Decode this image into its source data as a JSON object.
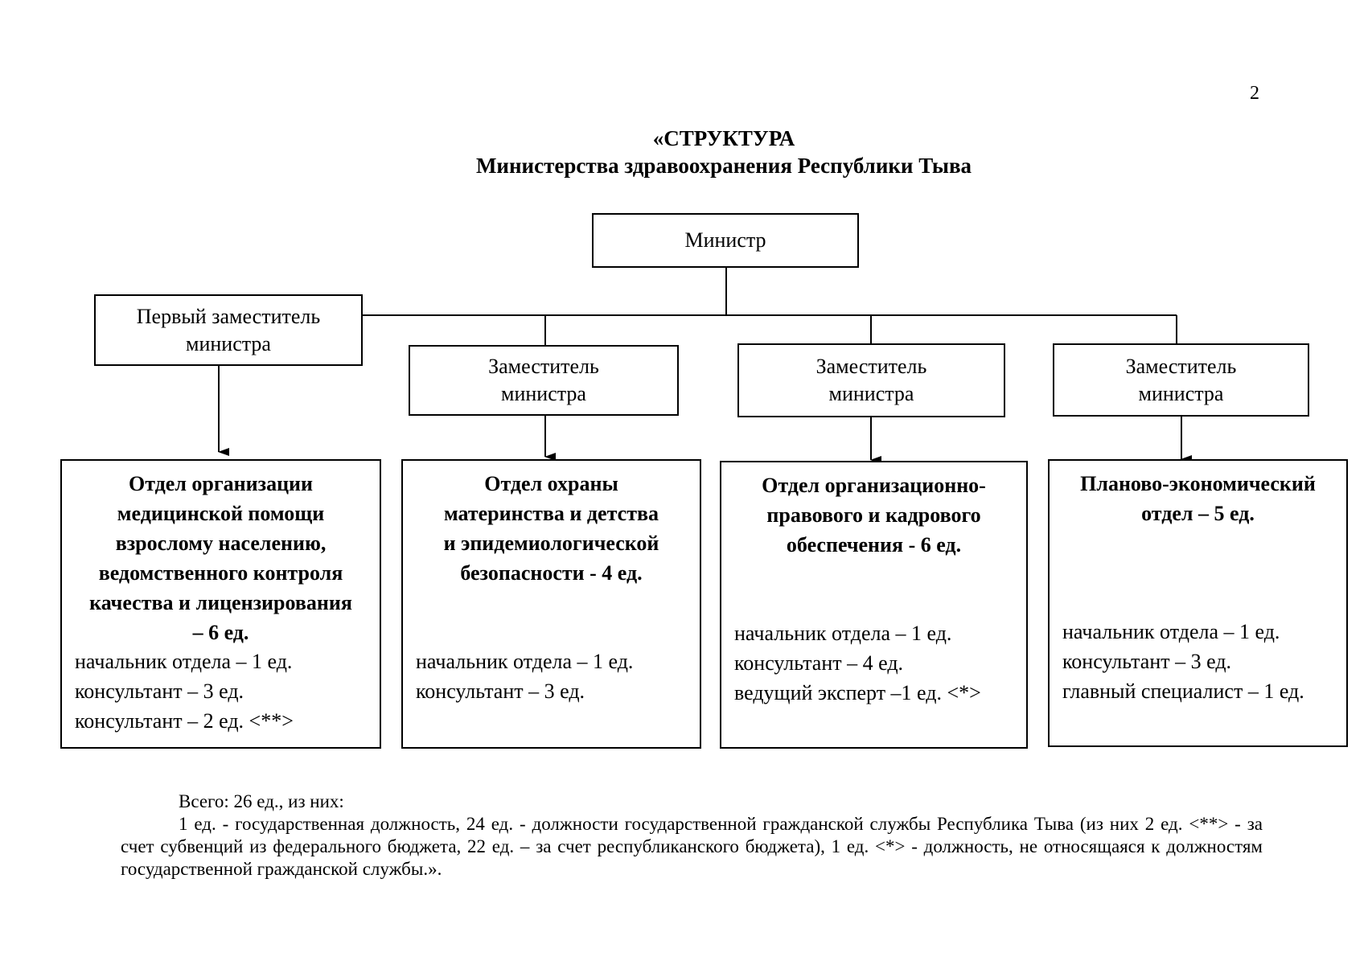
{
  "page_number": "2",
  "title": {
    "line1": "«СТРУКТУРА",
    "line2": "Министерства здравоохранения Республики Тыва"
  },
  "minister": {
    "label": "Министр"
  },
  "first_deputy": {
    "line1": "Первый заместитель",
    "line2": "министра"
  },
  "deputies": [
    {
      "line1": "Заместитель",
      "line2": "министра"
    },
    {
      "line1": "Заместитель",
      "line2": "министра"
    },
    {
      "line1": "Заместитель",
      "line2": "министра"
    }
  ],
  "departments": [
    {
      "title_lines": [
        "Отдел организации",
        "медицинской помощи",
        "взрослому населению,",
        "ведомственного контроля",
        "качества и лицензирования",
        "– 6 ед."
      ],
      "staff": [
        "начальник отдела – 1 ед.",
        "консультант – 3 ед.",
        "консультант – 2 ед. <**>"
      ]
    },
    {
      "title_lines": [
        "Отдел охраны",
        "материнства и детства",
        "и эпидемиологической",
        "безопасности - 4 ед."
      ],
      "staff": [
        "начальник отдела – 1 ед.",
        "консультант – 3 ед."
      ]
    },
    {
      "title_lines": [
        "Отдел организационно-",
        "правового и кадрового",
        "обеспечения - 6 ед."
      ],
      "staff": [
        "начальник отдела – 1 ед.",
        "консультант – 4 ед.",
        "ведущий эксперт –1 ед. <*>"
      ]
    },
    {
      "title_lines": [
        "Планово-экономический",
        "отдел – 5 ед."
      ],
      "staff": [
        "начальник отдела – 1 ед.",
        "консультант – 3 ед.",
        "главный специалист – 1 ед."
      ]
    }
  ],
  "footer": {
    "total": "Всего: 26 ед., из них:",
    "body": "1 ед. - государственная должность, 24 ед. - должности государственной гражданской службы Республика Тыва (из них 2 ед. <**> - за счет субвенций из федерального бюджета, 22 ед. – за счет республиканского бюджета), 1 ед. <*> - должность, не относящаяся к должностям государственной гражданской службы.»."
  }
}
